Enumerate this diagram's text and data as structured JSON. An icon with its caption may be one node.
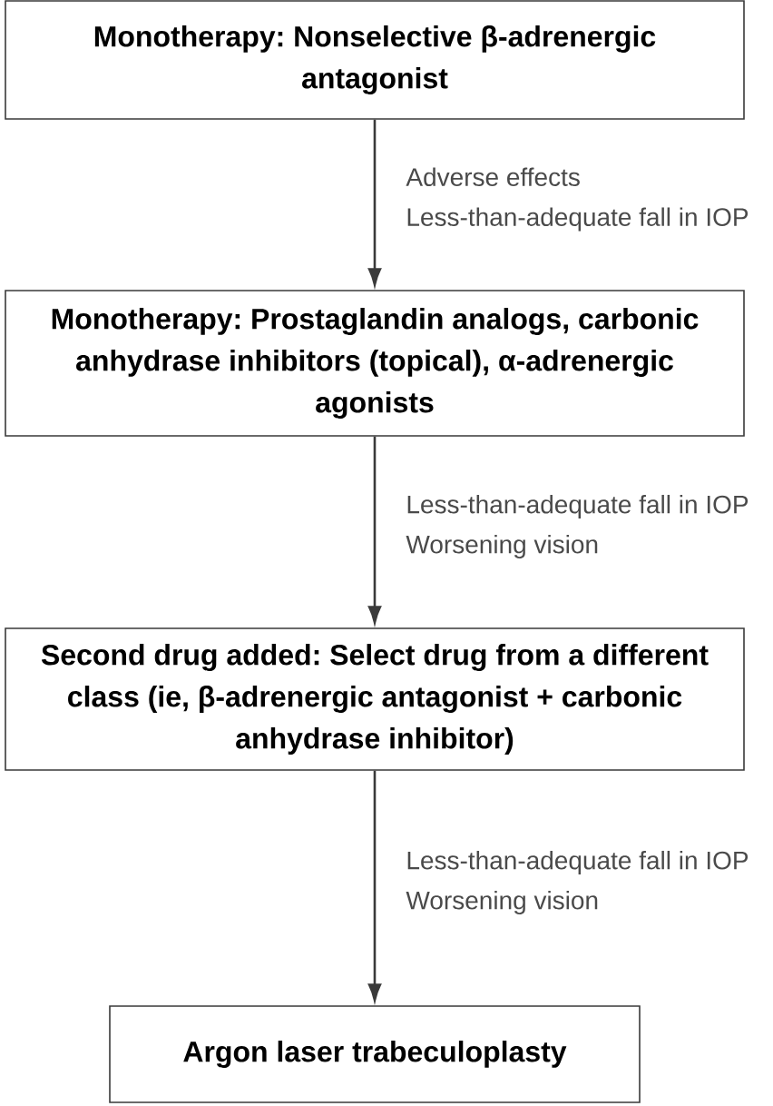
{
  "diagram": {
    "nodes": [
      {
        "text": [
          "Monotherapy: Nonselective β-adrenergic antagonist"
        ]
      },
      {
        "text": [
          "Monotherapy: Prostaglandin analogs, carbonic anhydrase inhibitors (topical), α-adrenergic agonists"
        ]
      },
      {
        "text": [
          "Second drug added: Select drug from a different class (ie, β-adrenergic antagonist + carbonic anhydrase inhibitor)"
        ]
      },
      {
        "text": [
          "Argon laser trabeculoplasty"
        ]
      }
    ],
    "edges": [
      {
        "from": 0,
        "to": 1,
        "arrow": "to",
        "label": "Adverse effects Less-than-adequate fall in IOP"
      },
      {
        "from": 1,
        "to": 2,
        "arrow": "to",
        "label": "Less-than-adequate fall in IOP Worsening vision"
      },
      {
        "from": 2,
        "to": 3,
        "arrow": "to",
        "label": "Less-than-adequate fall in IOP Worsening vision"
      }
    ]
  }
}
